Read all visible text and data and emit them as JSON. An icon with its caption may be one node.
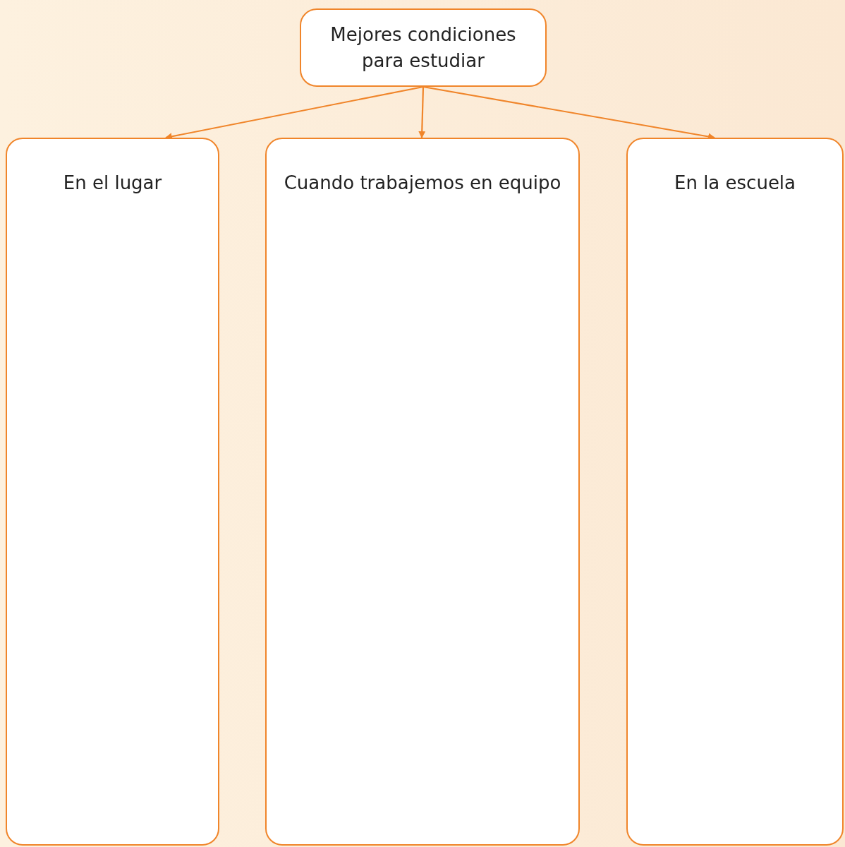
{
  "diagram": {
    "nodes": [
      {
        "text": [
          "Mejores condiciones para estudiar"
        ]
      },
      {
        "text": [
          "En el lugar"
        ]
      },
      {
        "text": [
          "Cuando trabajemos en equipo"
        ]
      },
      {
        "text": [
          "En la escuela"
        ]
      }
    ],
    "edges": [
      {
        "from": 0,
        "to": 1,
        "arrow": "to"
      },
      {
        "from": 0,
        "to": 2,
        "arrow": "to"
      },
      {
        "from": 0,
        "to": 3,
        "arrow": "to"
      }
    ]
  }
}
